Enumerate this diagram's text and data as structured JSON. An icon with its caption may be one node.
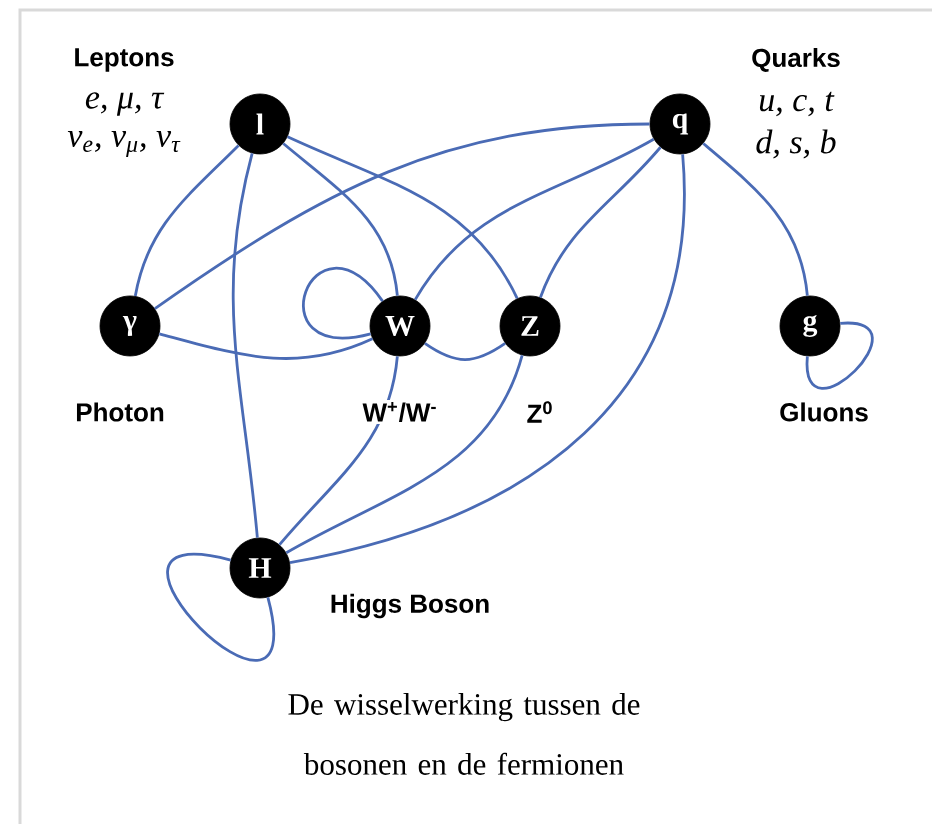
{
  "diagram": {
    "caption": "De wisselwerking tussen de bosonen en de fermionen",
    "nodes": [
      {
        "text": [
          "l"
        ],
        "beside": [
          "Leptons",
          "e, μ, τ",
          "ν$_{e}$, ν$_{μ}$, ν$_{τ}$"
        ]
      },
      {
        "text": [
          "q"
        ],
        "beside": [
          "Quarks",
          "u, c, t",
          "d, s, b"
        ]
      },
      {
        "text": [
          "γ"
        ],
        "beside": [
          "Photon"
        ]
      },
      {
        "text": [
          "W"
        ],
        "beside": [
          "W$^{+}$/W$^{-}$"
        ]
      },
      {
        "text": [
          "Z"
        ],
        "beside": [
          "Z$^{0}$"
        ]
      },
      {
        "text": [
          "g"
        ],
        "beside": [
          "Gluons"
        ]
      },
      {
        "text": [
          "H"
        ],
        "beside": [
          "Higgs Boson"
        ]
      }
    ],
    "edges": [
      {
        "from": 0,
        "to": 2,
        "arrow": "none"
      },
      {
        "from": 0,
        "to": 3,
        "arrow": "none"
      },
      {
        "from": 0,
        "to": 4,
        "arrow": "none"
      },
      {
        "from": 0,
        "to": 6,
        "arrow": "none"
      },
      {
        "from": 1,
        "to": 2,
        "arrow": "none"
      },
      {
        "from": 1,
        "to": 3,
        "arrow": "none"
      },
      {
        "from": 1,
        "to": 4,
        "arrow": "none"
      },
      {
        "from": 1,
        "to": 6,
        "arrow": "none"
      },
      {
        "from": 1,
        "to": 5,
        "arrow": "none"
      },
      {
        "from": 5,
        "to": 5,
        "arrow": "none"
      },
      {
        "from": 3,
        "to": 3,
        "arrow": "none"
      },
      {
        "from": 2,
        "to": 3,
        "arrow": "none"
      },
      {
        "from": 3,
        "to": 4,
        "arrow": "none"
      },
      {
        "from": 3,
        "to": 6,
        "arrow": "none"
      },
      {
        "from": 4,
        "to": 6,
        "arrow": "none"
      },
      {
        "from": 6,
        "to": 6,
        "arrow": "none"
      }
    ]
  }
}
